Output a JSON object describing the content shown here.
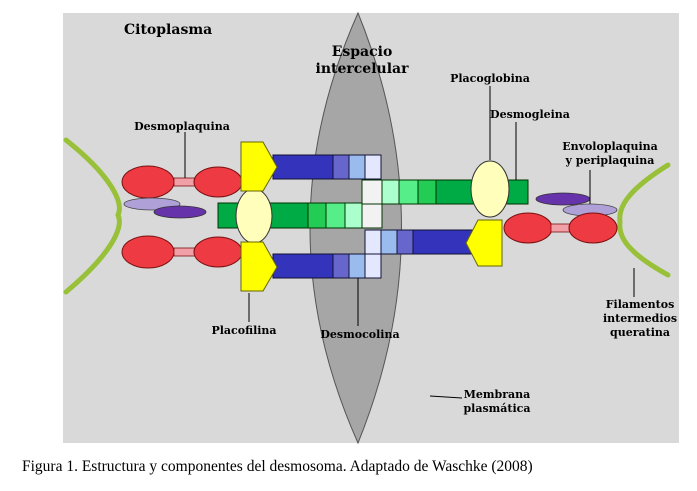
{
  "labels": {
    "cytoplasm": "Citoplasma",
    "space_line1": "Espacio",
    "space_line2": "intercelular",
    "desmoplakin": "Desmoplaquina",
    "plakoglobin": "Placoglobina",
    "desmoglein": "Desmogleina",
    "envoplakin_line1": "Envoloplaquina",
    "envoplakin_line2": "y periplaquina",
    "filaments_line1": "Filamentos",
    "filaments_line2": "intermedios",
    "filaments_line3": "queratina",
    "plakophilin": "Placofilina",
    "desmocollin": "Desmocolina",
    "membrane_line1": "Membrana",
    "membrane_line2": "plasmática"
  },
  "caption": "Figura 1. Estructura y componentes del desmosoma. Adaptado de Waschke (2008)",
  "colors": {
    "panel": "#d9d9d9",
    "intercellular": "#a6a6a6",
    "desmoplakin": "#ee3a42",
    "plakoglobin": "#ffffbb",
    "plakophilin": "#ffff00",
    "keratin": "#9bc43c",
    "desmocollin": "#3333bb",
    "desmoglein": "#00aa44",
    "envoplakin_light": "#b0a0d8",
    "envoplakin_dark": "#6633aa"
  }
}
